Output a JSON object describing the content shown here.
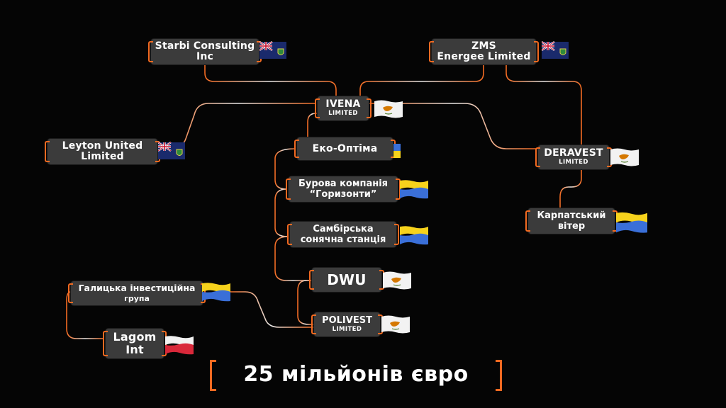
{
  "nodes": {
    "starbi": {
      "line1": "Starbi Consulting",
      "line2": "Inc"
    },
    "zms": {
      "line1": "ZMS",
      "line2": "Energee Limited"
    },
    "ivena": {
      "line1": "IVENA",
      "line2": "LIMITED"
    },
    "leyton": {
      "line1": "Leyton United",
      "line2": "Limited"
    },
    "eko": {
      "line1": "Еко-Оптіма"
    },
    "burova": {
      "line1": "Бурова компанія",
      "line2": "“Горизонти”"
    },
    "sambirska": {
      "line1": "Самбірська",
      "line2": "сонячна станція"
    },
    "dwu": {
      "line1": "DWU"
    },
    "polivest": {
      "line1": "POLIVEST",
      "line2": "LIMITED"
    },
    "deravest": {
      "line1": "DERAVEST",
      "line2": "LIMITED"
    },
    "karpatskyi": {
      "line1": "Карпатський",
      "line2": "вітер"
    },
    "halytska": {
      "line1": "Галицька інвестиційна",
      "line2": "група"
    },
    "lagom": {
      "line1": "Lagom",
      "line2": "Int"
    }
  },
  "footer": {
    "text": "25 мільйонів євро"
  },
  "colors": {
    "accent": "#f26a21",
    "node_bg": "#3b3b3b",
    "background": "#050505",
    "connector": "#d8d8d8"
  },
  "flags": {
    "starbi": "british-virgin-islands",
    "zms": "british-virgin-islands",
    "leyton": "british-virgin-islands",
    "ivena": "cyprus",
    "deravest": "cyprus",
    "dwu": "cyprus",
    "polivest": "cyprus",
    "eko": "ukraine",
    "burova": "ukraine",
    "sambirska": "ukraine",
    "karpatskyi": "ukraine",
    "halytska": "ukraine",
    "lagom": "poland"
  }
}
